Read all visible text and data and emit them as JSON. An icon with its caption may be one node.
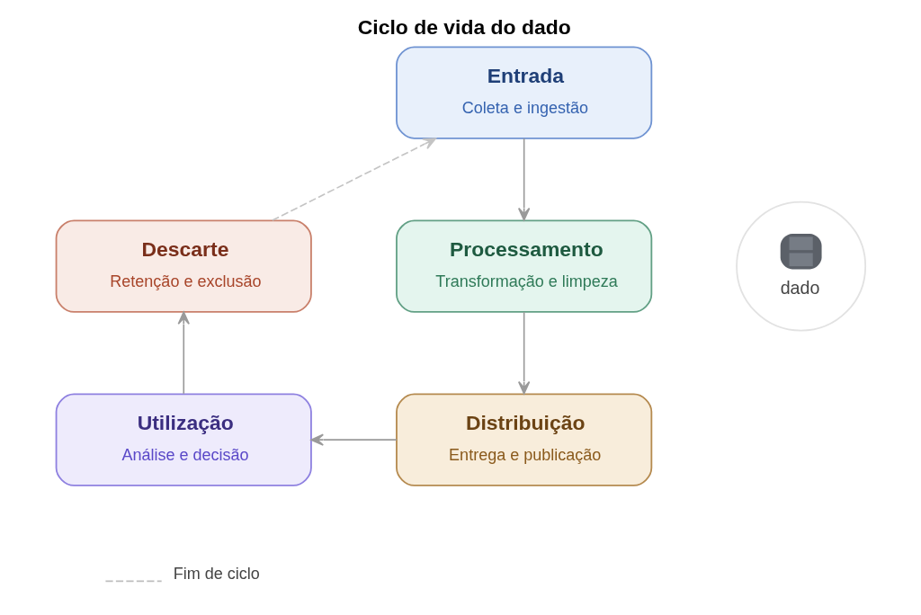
{
  "diagram": {
    "title": "Ciclo de vida do dado",
    "nodes": [
      {
        "text": [
          "Entrada",
          "Coleta e ingestão"
        ]
      },
      {
        "text": [
          "Descarte",
          "Retenção e exclusão"
        ]
      },
      {
        "text": [
          "Processamento",
          "Transformação e limpeza"
        ]
      },
      {
        "text": [
          "dado"
        ]
      },
      {
        "text": [
          "Utilização",
          "Análise e decisão"
        ]
      },
      {
        "text": [
          "Distribuição",
          "Entrega e publicação"
        ]
      }
    ],
    "edges": [
      {
        "from": 0,
        "to": 2,
        "arrow": "to"
      },
      {
        "from": 2,
        "to": 5,
        "arrow": "to"
      },
      {
        "from": 5,
        "to": 4,
        "arrow": "to"
      },
      {
        "from": 4,
        "to": 1,
        "arrow": "to"
      },
      {
        "from": 1,
        "to": 0,
        "arrow": "to",
        "style": "dashed",
        "color": "#c4c4c4"
      }
    ],
    "legend": [
      {
        "text": "Fim de ciclo"
      }
    ]
  }
}
